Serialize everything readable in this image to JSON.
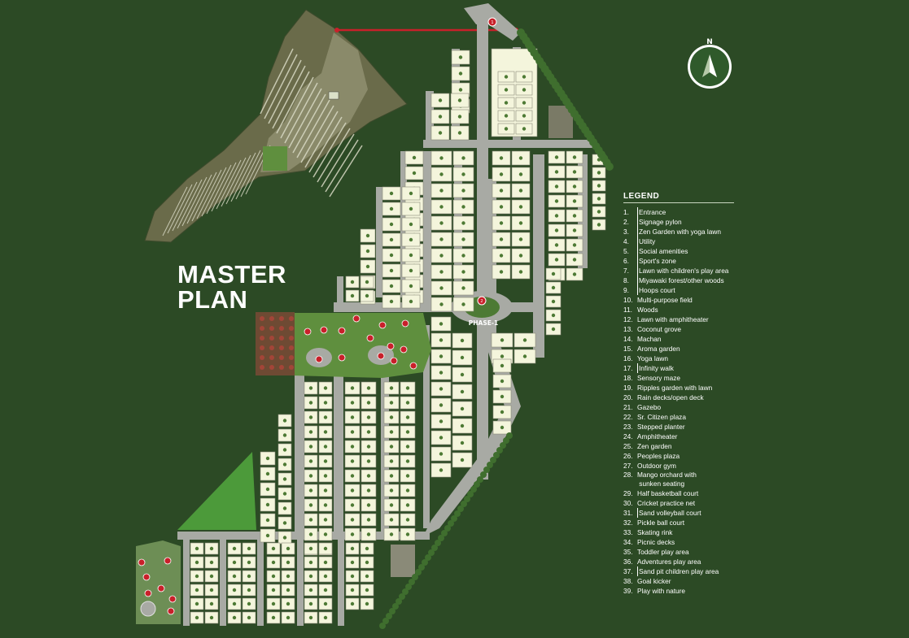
{
  "title": {
    "line1": "MASTER",
    "line2": "PLAN"
  },
  "compass": {
    "label": "N",
    "icon": "north-arrow-icon"
  },
  "phase_label": "PHASE-1",
  "entrance_marker": "1",
  "pylon_marker": "2",
  "legend": {
    "title": "LEGEND",
    "items": [
      {
        "num": "1.",
        "label": "Entrance"
      },
      {
        "num": "2.",
        "label": "Signage pylon"
      },
      {
        "num": "3.",
        "label": "Zen Garden with yoga lawn"
      },
      {
        "num": "4.",
        "label": "Utility"
      },
      {
        "num": "5.",
        "label": "Social amenities"
      },
      {
        "num": "6.",
        "label": "Sport's zone"
      },
      {
        "num": "7.",
        "label": "Lawn with children's play area"
      },
      {
        "num": "8.",
        "label": "Miyawaki forest/other woods"
      },
      {
        "num": "9.",
        "label": "Hoops court"
      },
      {
        "num": "10.",
        "label": "Multi-purpose field"
      },
      {
        "num": "11.",
        "label": "Woods"
      },
      {
        "num": "12.",
        "label": "Lawn with amphitheater"
      },
      {
        "num": "13.",
        "label": "Coconut grove"
      },
      {
        "num": "14.",
        "label": "Machan"
      },
      {
        "num": "15.",
        "label": "Aroma garden"
      },
      {
        "num": "16.",
        "label": "Yoga lawn"
      },
      {
        "num": "17.",
        "label": "Infinity walk"
      },
      {
        "num": "18.",
        "label": "Sensory maze"
      },
      {
        "num": "19.",
        "label": "Ripples garden with lawn"
      },
      {
        "num": "20.",
        "label": "Rain decks/open deck"
      },
      {
        "num": "21.",
        "label": "Gazebo"
      },
      {
        "num": "22.",
        "label": "Sr. Citizen plaza"
      },
      {
        "num": "23.",
        "label": "Stepped planter"
      },
      {
        "num": "24.",
        "label": "Amphitheater"
      },
      {
        "num": "25.",
        "label": "Zen garden"
      },
      {
        "num": "26.",
        "label": "Peoples plaza"
      },
      {
        "num": "27.",
        "label": "Outdoor gym"
      },
      {
        "num": "28.",
        "label": "Mango orchard with\n sunken seating"
      },
      {
        "num": "29.",
        "label": "Half basketball court"
      },
      {
        "num": "30.",
        "label": "Cricket practice net"
      },
      {
        "num": "31.",
        "label": "Sand volleyball court"
      },
      {
        "num": "32.",
        "label": "Pickle ball court"
      },
      {
        "num": "33.",
        "label": "Skating rink"
      },
      {
        "num": "34.",
        "label": "Picnic decks"
      },
      {
        "num": "35.",
        "label": "Toddler play area"
      },
      {
        "num": "36.",
        "label": "Adventures play area"
      },
      {
        "num": "37.",
        "label": "Sand pit children play area"
      },
      {
        "num": "38.",
        "label": "Goal kicker"
      },
      {
        "num": "39.",
        "label": "Play with nature"
      }
    ]
  },
  "colors": {
    "background": "#2c4a25",
    "road": "#a8aaa4",
    "plot": "#f4f5dc",
    "plot_border": "#8a8a78",
    "landscape": "#5f8f3e",
    "boundary_line": "#c8202a",
    "orchard": "#6e4a33"
  }
}
